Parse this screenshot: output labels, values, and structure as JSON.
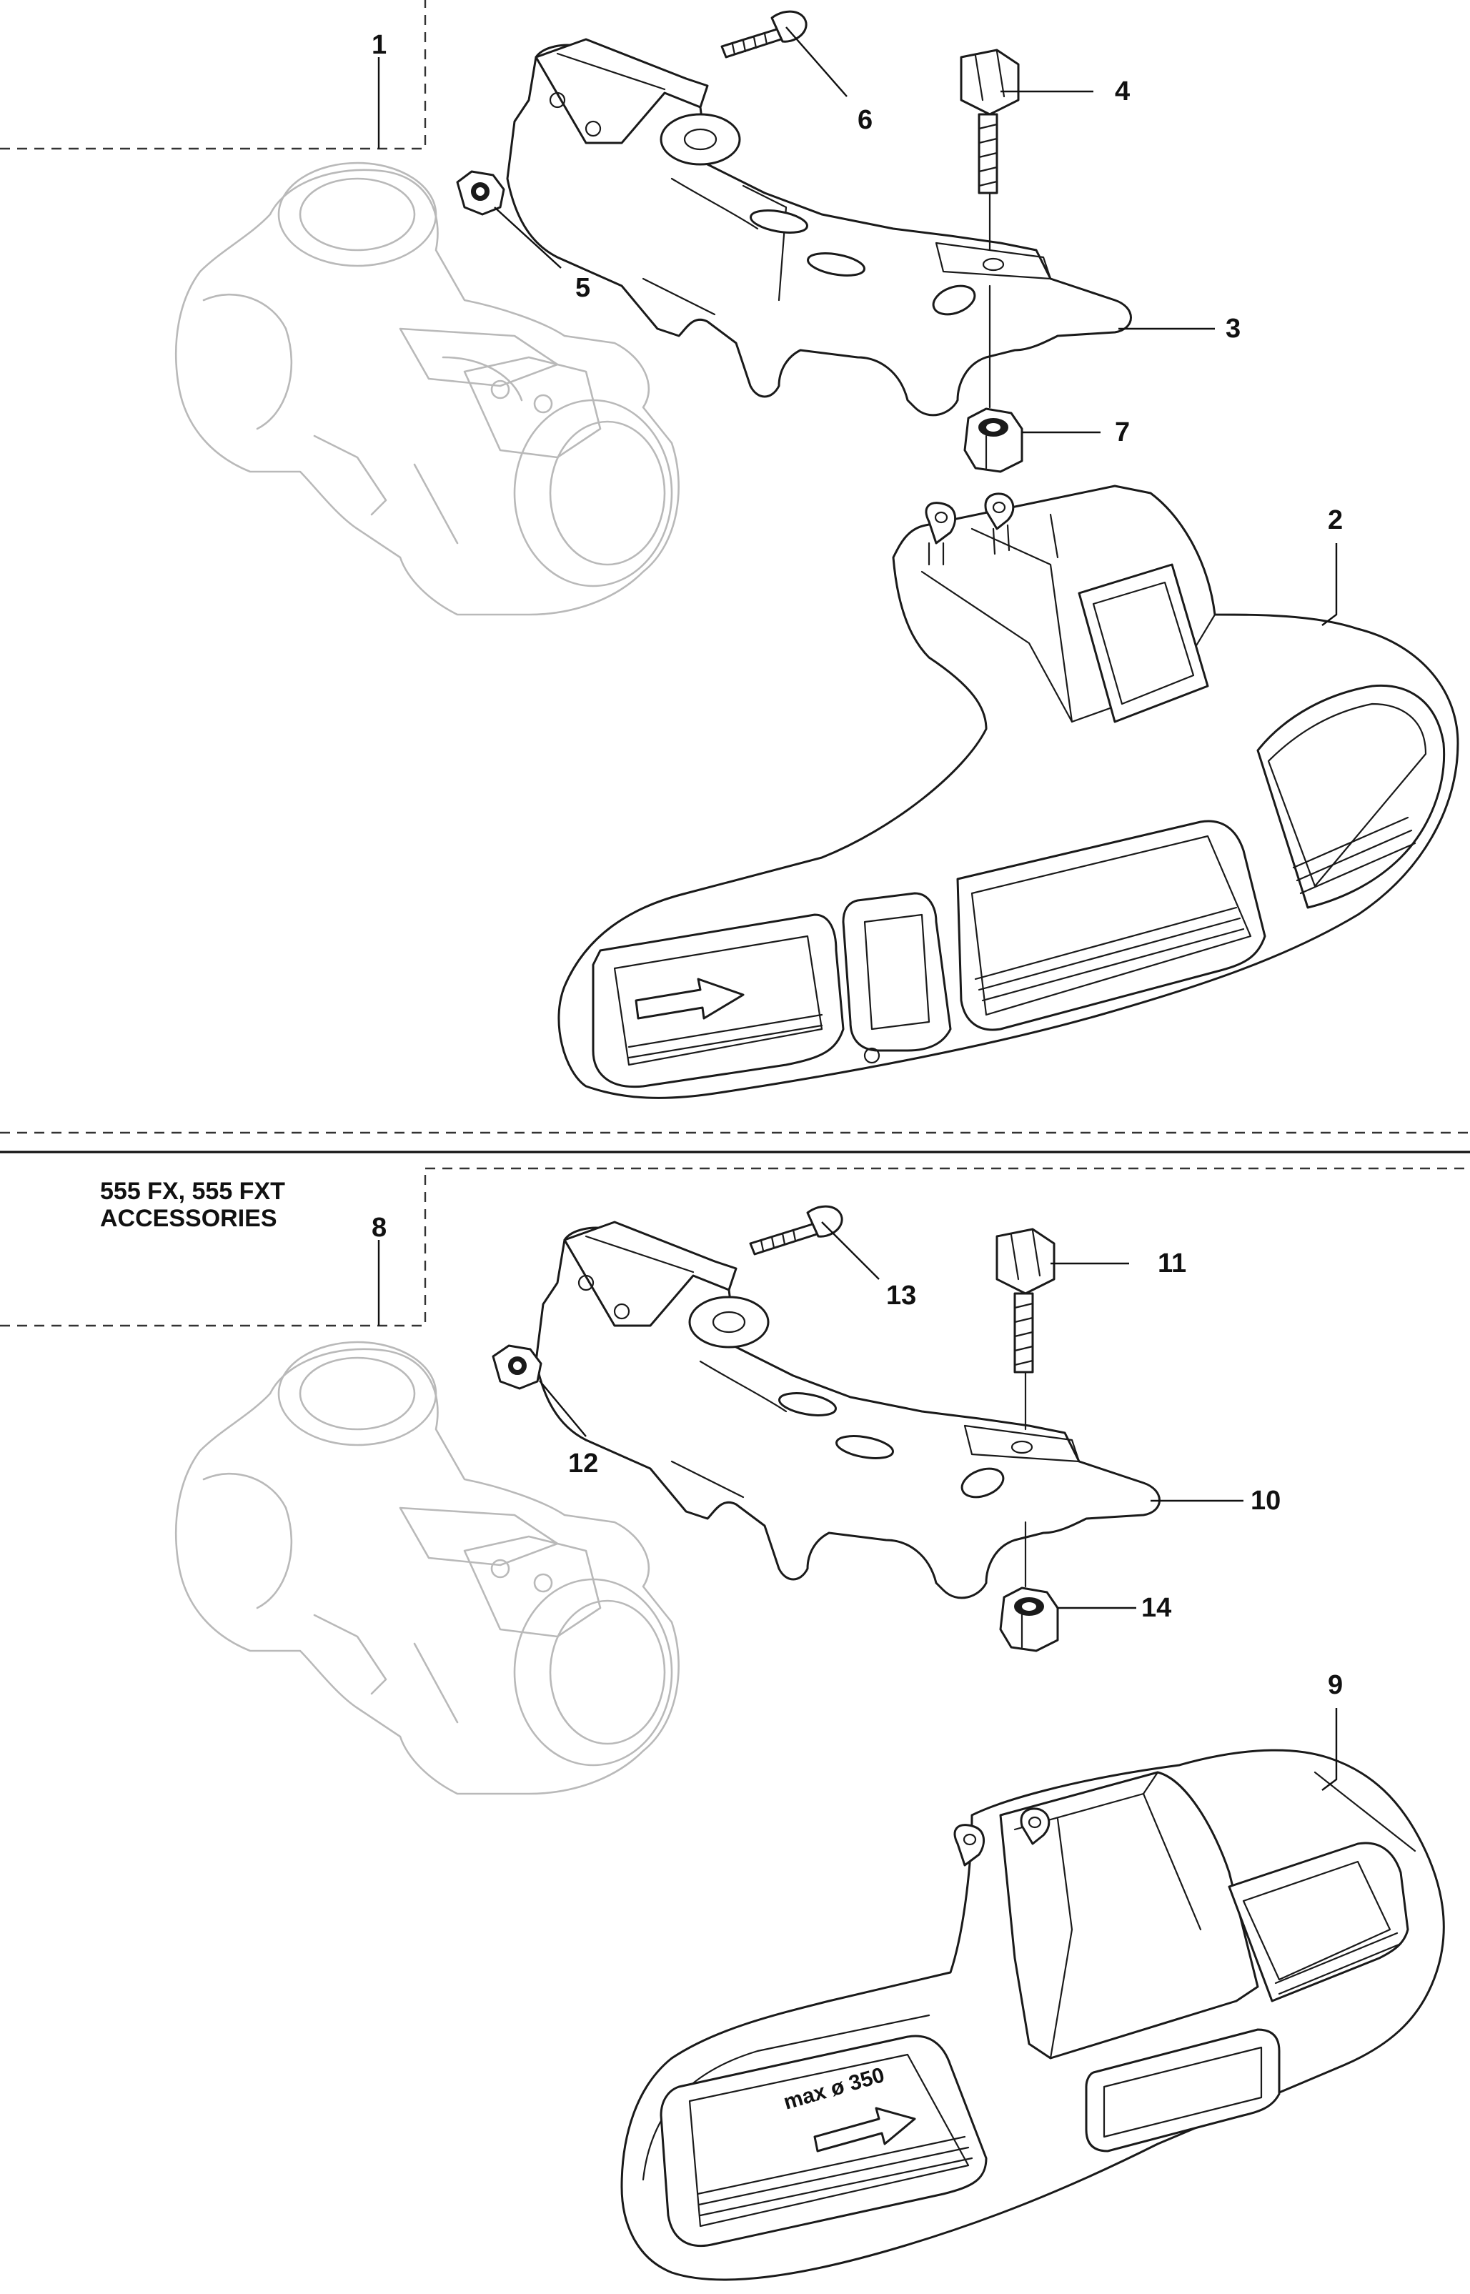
{
  "callouts": {
    "n1": "1",
    "n2": "2",
    "n3": "3",
    "n4": "4",
    "n5": "5",
    "n6": "6",
    "n7": "7",
    "n8": "8",
    "n9": "9",
    "n10": "10",
    "n11": "11",
    "n12": "12",
    "n13": "13",
    "n14": "14"
  },
  "lower_section": {
    "title_line1": "555 FX, 555 FXT",
    "title_line2": "ACCESSORIES"
  },
  "guard_markings": {
    "upper_arrow": "arrow",
    "lower_text": "max ø 350"
  }
}
